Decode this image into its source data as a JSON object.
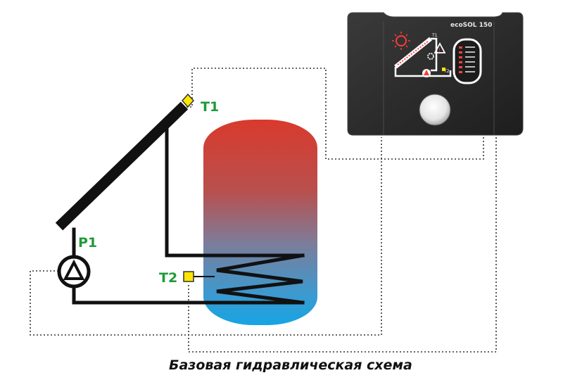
{
  "labels": {
    "sensor_collector": "T1",
    "sensor_tank": "T2",
    "pump": "P1"
  },
  "controller": {
    "brand": "ecoSOL 150",
    "panel_sensors": [
      "T1",
      "T2"
    ]
  },
  "caption": "Базовая гидравлическая схема",
  "colors": {
    "pipe": "#111111",
    "sensor": "#ffe600",
    "label": "#1f9b3a",
    "tank_hot": "#d6382a",
    "tank_cold": "#1aa2e0",
    "controller_body": "#2c2c2c",
    "panel_screen": "#ffffff"
  },
  "icons": [
    "sun-icon",
    "warning-icon",
    "pump-icon",
    "gear-icon"
  ]
}
